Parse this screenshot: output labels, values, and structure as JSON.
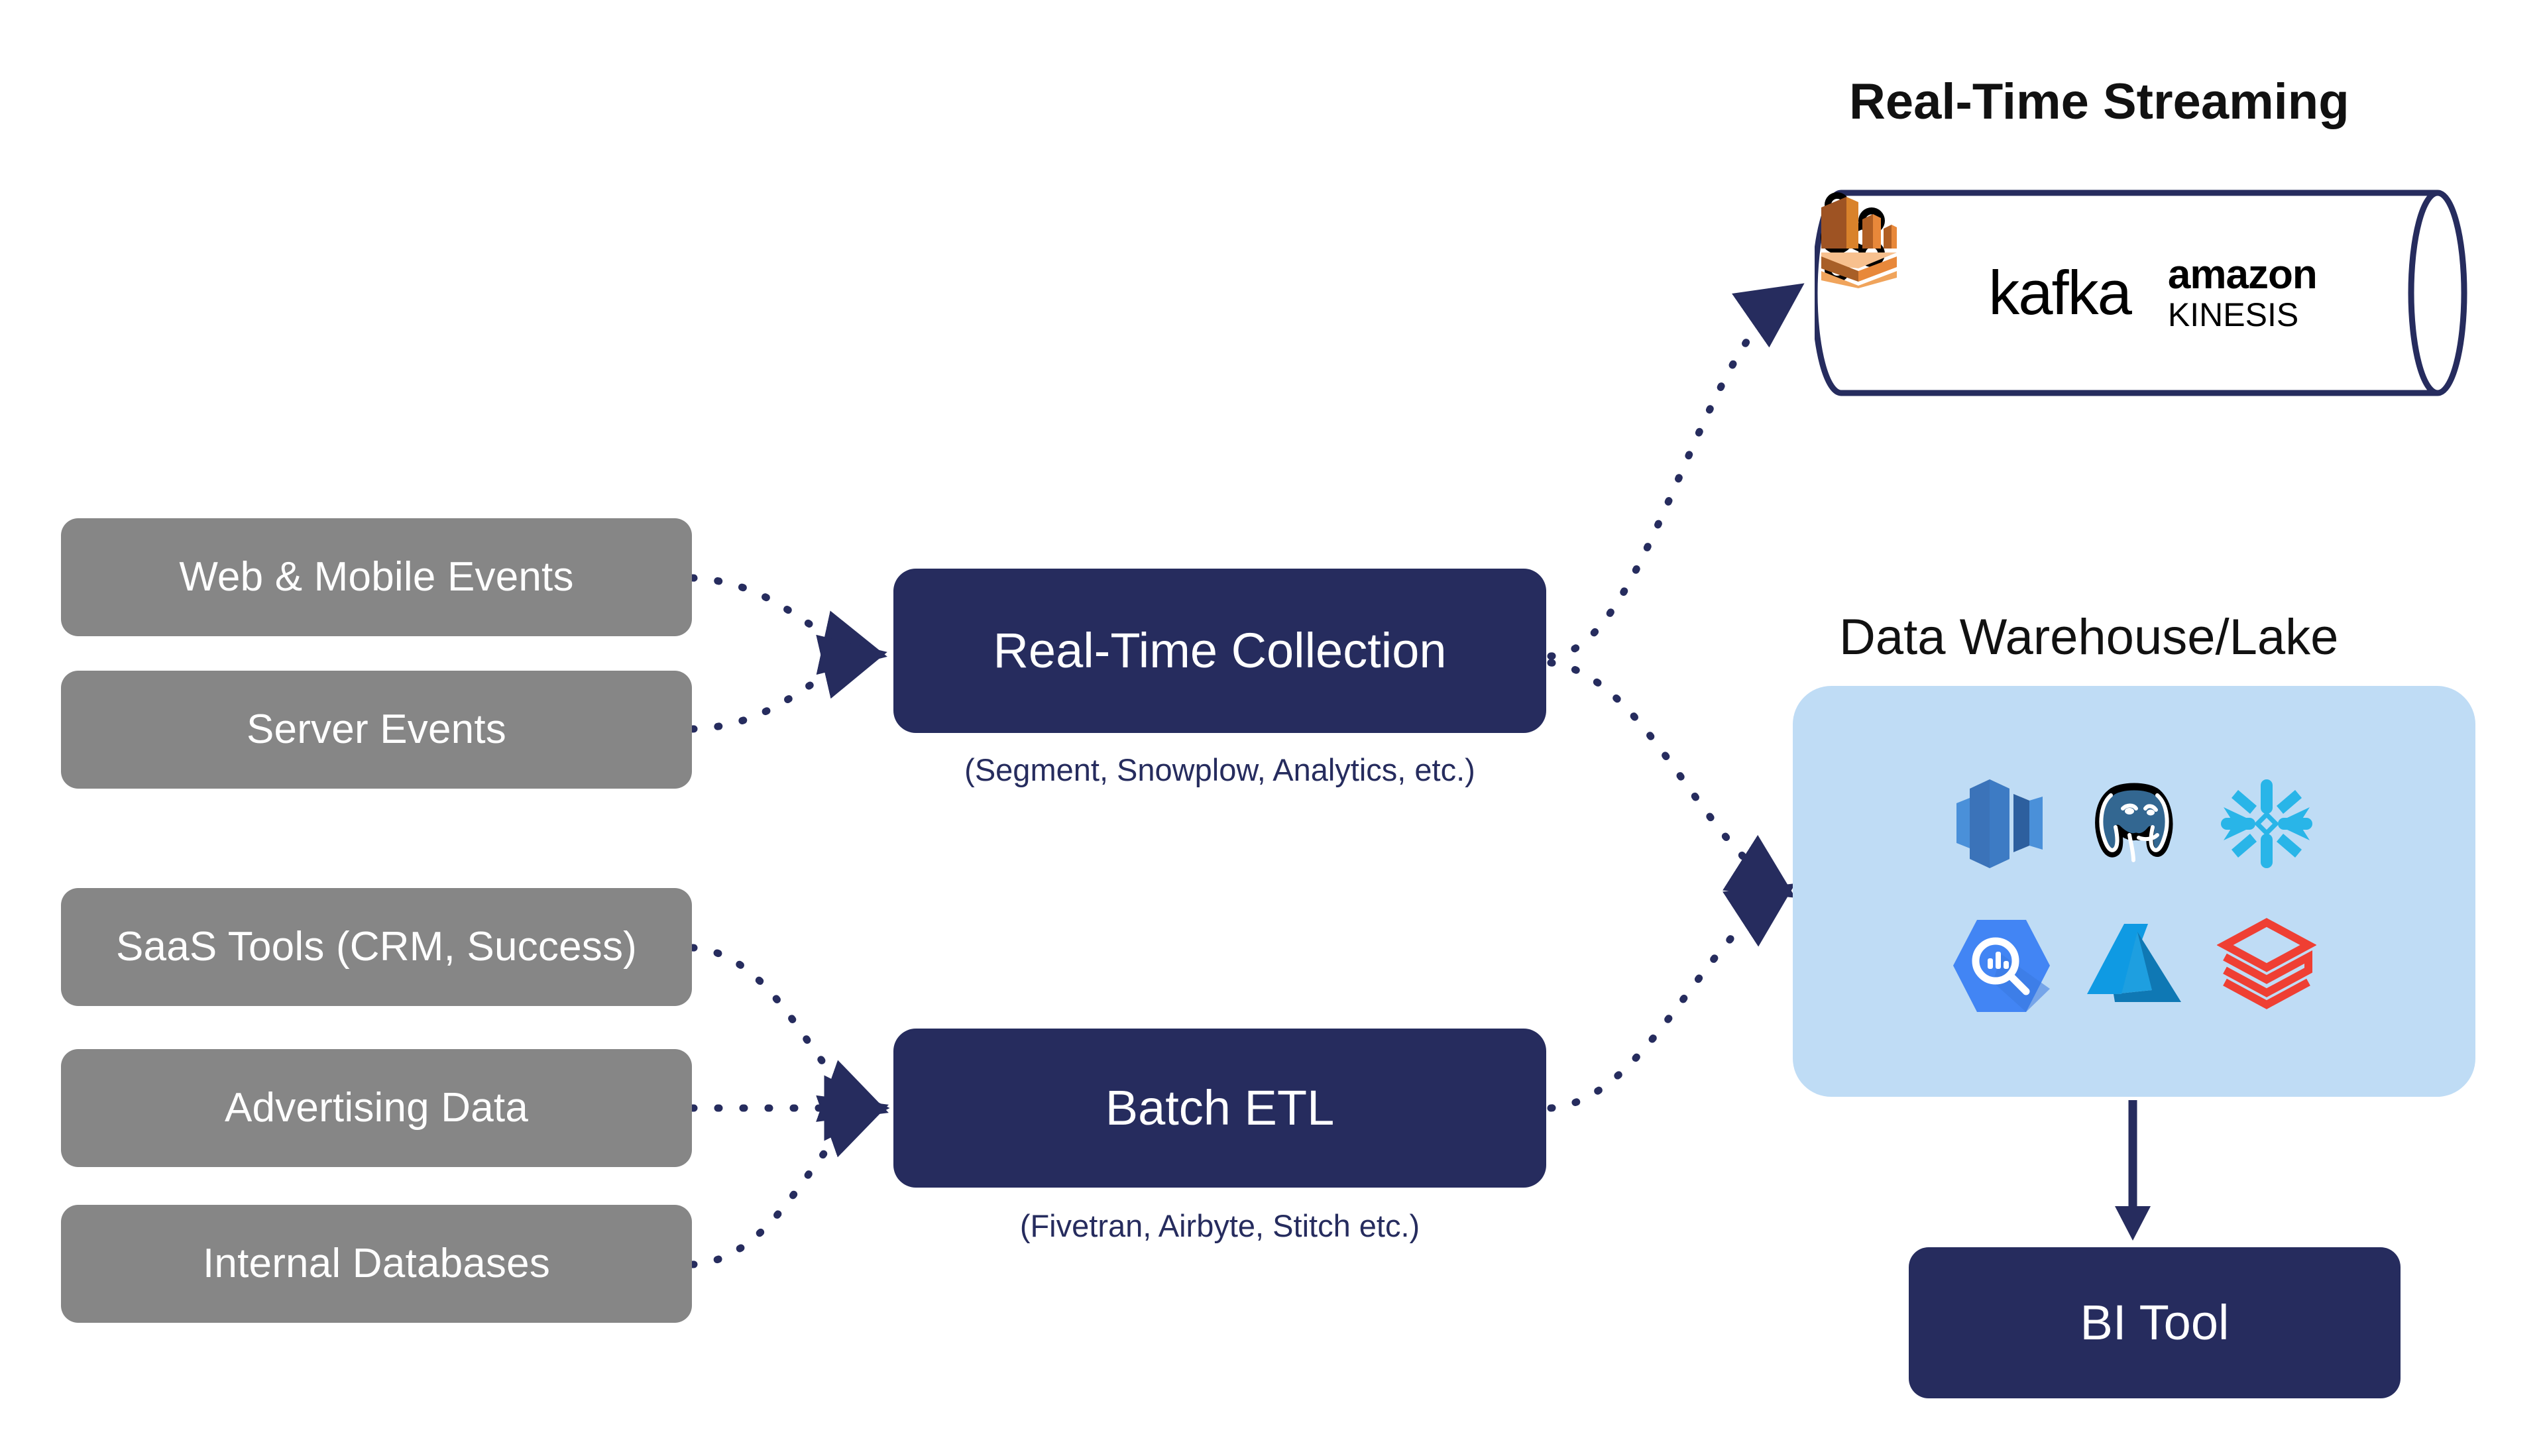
{
  "diagram": {
    "title_streaming": "Real-Time Streaming",
    "title_warehouse": "Data Warehouse/Lake"
  },
  "sources": {
    "realtime": [
      {
        "label": "Web & Mobile Events",
        "name": "web-mobile-events"
      },
      {
        "label": "Server Events",
        "name": "server-events"
      }
    ],
    "batch": [
      {
        "label": "SaaS Tools (CRM, Success)",
        "name": "saas-tools"
      },
      {
        "label": "Advertising Data",
        "name": "advertising-data"
      },
      {
        "label": "Internal Databases",
        "name": "internal-databases"
      }
    ]
  },
  "processors": [
    {
      "label": "Real-Time Collection",
      "caption": "(Segment, Snowplow, Analytics, etc.)",
      "name": "real-time-collection"
    },
    {
      "label": "Batch ETL",
      "caption": "(Fivetran, Airbyte, Stitch etc.)",
      "name": "batch-etl"
    }
  ],
  "streaming": {
    "logos": [
      {
        "name": "kafka-logo",
        "label": "kafka"
      },
      {
        "name": "amazon-kinesis-logo",
        "label": "amazon KINESIS"
      }
    ]
  },
  "warehouse": {
    "logos": [
      {
        "name": "amazon-redshift-logo",
        "label": "Amazon Redshift"
      },
      {
        "name": "postgresql-logo",
        "label": "PostgreSQL"
      },
      {
        "name": "snowflake-logo",
        "label": "Snowflake"
      },
      {
        "name": "google-bigquery-logo",
        "label": "Google BigQuery"
      },
      {
        "name": "microsoft-azure-logo",
        "label": "Microsoft Azure"
      },
      {
        "name": "databricks-logo",
        "label": "Databricks"
      }
    ]
  },
  "bi": {
    "label": "BI Tool"
  },
  "colors": {
    "navy": "#262c5e",
    "gray_box": "#868686",
    "panel_blue": "#bfdcf5",
    "kinesis_orange": "#e8883a",
    "snowflake_cyan": "#29b5e8",
    "databricks_red": "#ef3f33",
    "bigquery_blue": "#4285f4",
    "azure_blue": "#0f9ae3",
    "postgres_blue": "#336791",
    "redshift_blue": "#3b73b9"
  }
}
